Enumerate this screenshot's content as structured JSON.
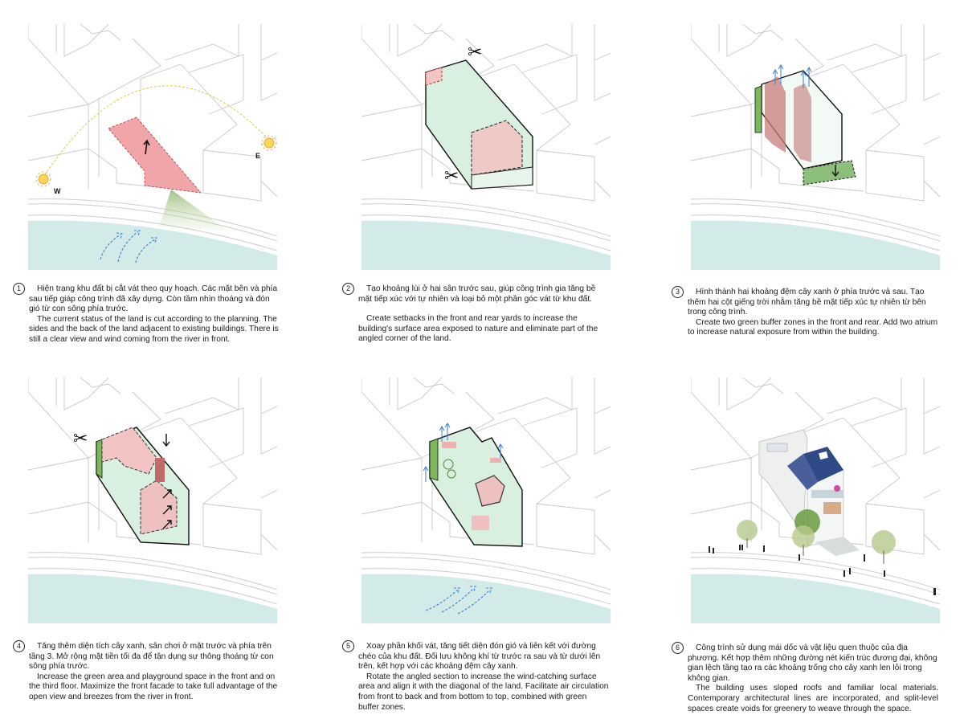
{
  "steps": [
    {
      "number": "1",
      "vi": "Hiện trạng khu đất bị cắt vát theo quy hoạch. Các mặt bên và phía sau tiếp giáp công trình đã xây dựng. Còn tầm nhìn thoáng và đón gió từ con sông phía trước.",
      "en": "The current status of the land is cut according to the planning. The sides and the back of the land adjacent to existing buildings. There is still a clear view and wind coming from the river in front.",
      "labels": {
        "west": "W",
        "east": "E"
      }
    },
    {
      "number": "2",
      "vi": "Tạo khoảng lùi ở hai sân trước sau, giúp công trình gia tăng bề mặt tiếp xúc với tự nhiên và loại bỏ một phần góc vát từ khu đất.",
      "en": "Create setbacks in the front and rear yards to increase the building's surface area exposed to nature and eliminate part of the angled corner of the land."
    },
    {
      "number": "3",
      "vi": "Hình thành hai khoảng đệm cây xanh ở phía trước và sau. Tạo thêm hai cột giếng trời nhằm tăng bề mặt tiếp xúc tự nhiên từ bên trong công trình.",
      "en": "Create two green buffer zones in the front and rear. Add two atrium to increase natural exposure from within the building."
    },
    {
      "number": "4",
      "vi": "Tăng thêm diện tích cây xanh, sân chơi ở mặt trước và phía trên tầng 3. Mở rộng mặt tiền tối đa để tận dụng sự thông thoáng từ con sông phía trước.",
      "en": "Increase the green area and playground space in the front and on the third floor. Maximize the front facade to take full advantage of the open view and breezes from the river in front."
    },
    {
      "number": "5",
      "vi": "Xoay phần khối vát, tăng tiết diện đón gió và liên kết với đường chéo của khu đất. Đối lưu không khí từ trước ra sau và từ dưới lên trên, kết hợp với các khoảng đệm cây xanh.",
      "en": "Rotate the angled section to increase the wind-catching surface area and align it with the diagonal of the land. Facilitate air circulation from front to back and from bottom to top, combined with green buffer zones."
    },
    {
      "number": "6",
      "vi": "Công trình sử dụng mái dốc và vật liệu quen thuộc của địa phương. Kết hợp thêm những đường nét kiến trúc đương đại, không gian lệch tầng tạo ra các khoảng trống cho cây xanh len lỏi trong không gian.",
      "en": "The building uses sloped roofs and familiar local materials. Contemporary architectural lines are incorporated, and split-level spaces create voids for greenery to weave through the space."
    }
  ],
  "colors": {
    "site_pink": "#f2a5a8",
    "green_fill": "#d9efe0",
    "green_wall": "#7cb85a",
    "river": "#d3ebe8",
    "wind": "#3a7fd0",
    "roof": "#2f4a86"
  }
}
